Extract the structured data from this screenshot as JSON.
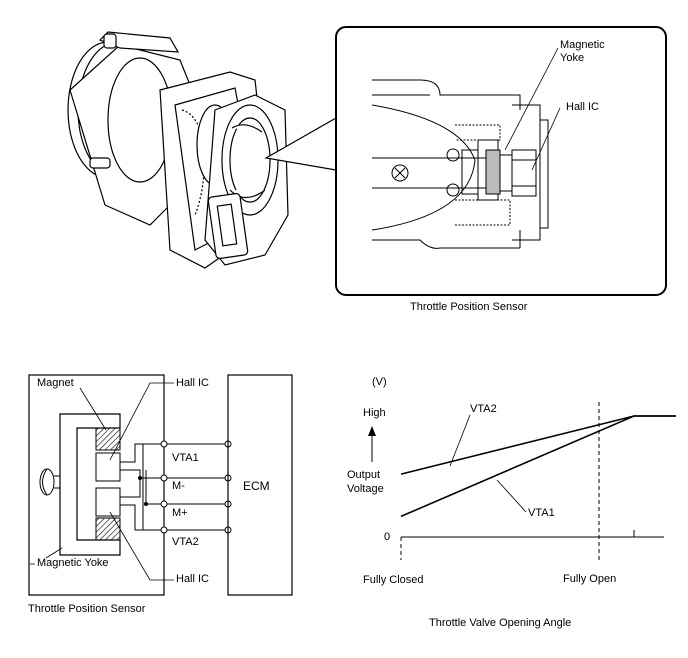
{
  "top_figure": {
    "caption": "Throttle Position Sensor",
    "callout_magnetic_yoke_line1": "Magnetic",
    "callout_magnetic_yoke_line2": "Yoke",
    "callout_hall_ic": "Hall IC"
  },
  "circuit": {
    "caption": "Throttle Position Sensor",
    "label_magnet": "Magnet",
    "label_hall_ic_top": "Hall IC",
    "label_hall_ic_bottom": "Hall IC",
    "label_magnetic_yoke": "Magnetic Yoke",
    "ecm": "ECM",
    "terminals": [
      "VTA1",
      "M-",
      "M+",
      "VTA2"
    ]
  },
  "graph": {
    "unit": "(V)",
    "y_high": "High",
    "y_zero": "0",
    "ylabel_line1": "Output",
    "ylabel_line2": "Voltage",
    "x_fully_closed": "Fully Closed",
    "x_fully_open": "Fully Open",
    "xlabel": "Throttle Valve Opening Angle",
    "series": [
      {
        "name": "VTA2",
        "points": [
          [
            0,
            0.52
          ],
          [
            1,
            1
          ],
          [
            1.18,
            1
          ]
        ]
      },
      {
        "name": "VTA1",
        "points": [
          [
            0,
            0.17
          ],
          [
            1,
            1
          ],
          [
            1.18,
            1
          ]
        ]
      }
    ]
  }
}
